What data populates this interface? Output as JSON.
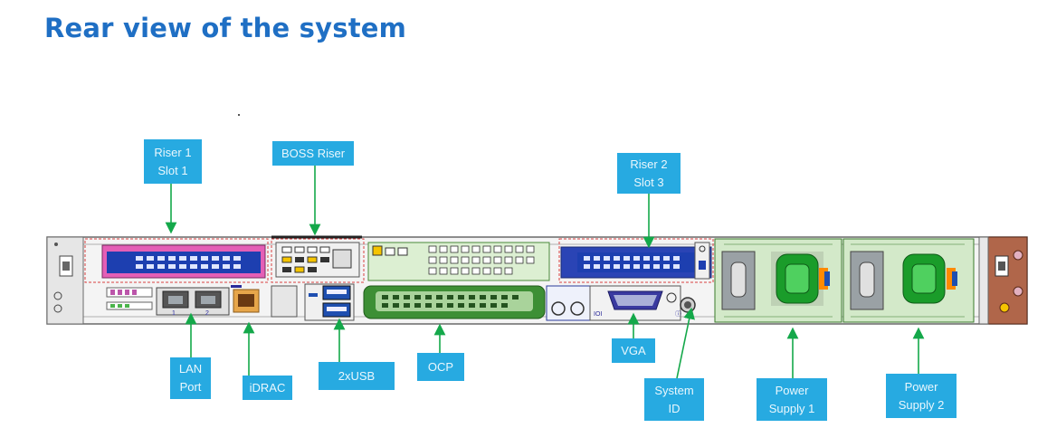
{
  "title": "Rear view of the system",
  "callouts": {
    "riser1": "Riser 1\nSlot 1",
    "boss": "BOSS Riser",
    "riser2": "Riser 2\nSlot 3",
    "lan": "LAN\nPort",
    "idrac": "iDRAC",
    "usb": "2xUSB",
    "ocp": "OCP",
    "vga": "VGA",
    "sysid": "System\nID",
    "psu1": "Power\nSupply 1",
    "psu2": "Power\nSupply 2"
  },
  "panel_labels": {
    "lan1": "1",
    "lan2": "2",
    "ioi": "IOI"
  },
  "colors": {
    "title": "#1f6fc4",
    "callout_bg": "#27aae1",
    "arrow": "#14a84a",
    "riser_pink": "#e45fb6",
    "riser_blue": "#1d3fb0",
    "ocp_green": "#2e8b2e",
    "psu_green": "#1a9c2a",
    "psu_handle": "#a0573a"
  }
}
